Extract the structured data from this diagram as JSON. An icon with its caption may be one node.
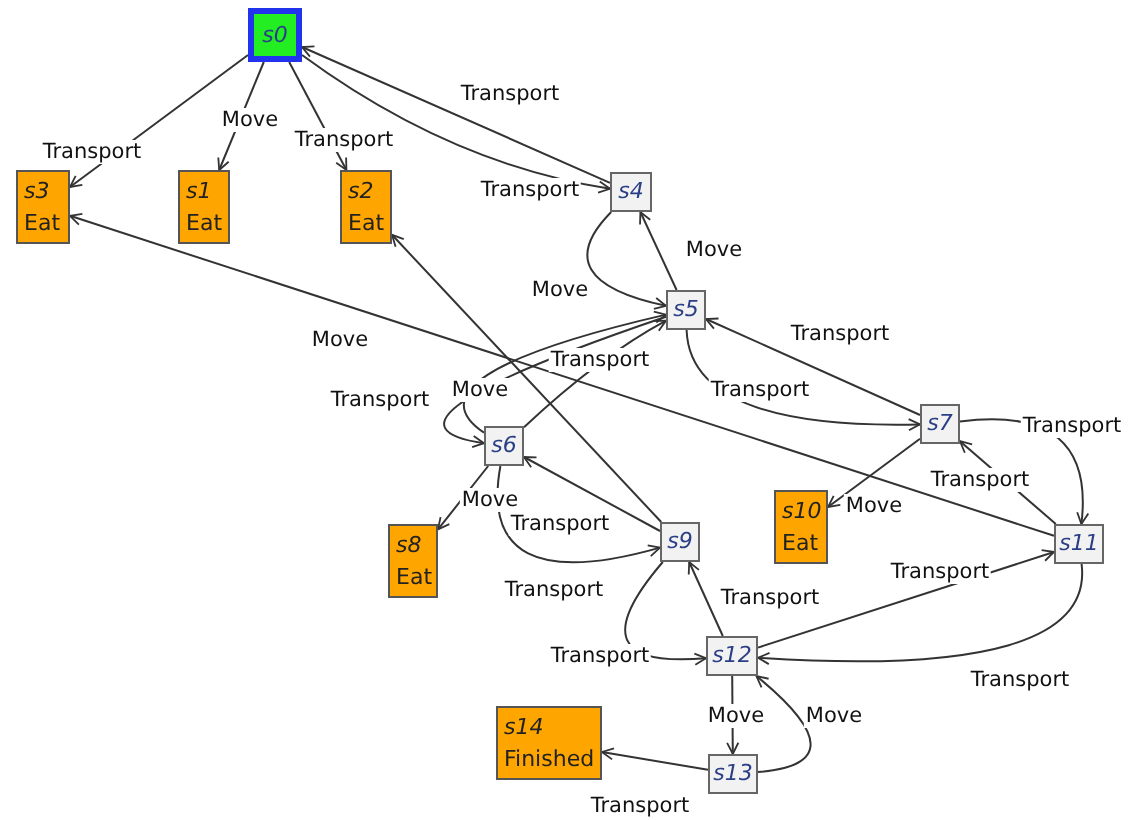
{
  "diagram": {
    "nodes": [
      {
        "text": [
          "s0"
        ]
      },
      {
        "text": [
          "s3",
          "Eat"
        ]
      },
      {
        "text": [
          "s1",
          "Eat"
        ]
      },
      {
        "text": [
          "s2",
          "Eat"
        ]
      },
      {
        "text": [
          "s4"
        ]
      },
      {
        "text": [
          "s5"
        ]
      },
      {
        "text": [
          "s6"
        ]
      },
      {
        "text": [
          "s7"
        ]
      },
      {
        "text": [
          "s8",
          "Eat"
        ]
      },
      {
        "text": [
          "s10",
          "Eat"
        ]
      },
      {
        "text": [
          "s9"
        ]
      },
      {
        "text": [
          "s11"
        ]
      },
      {
        "text": [
          "s12"
        ]
      },
      {
        "text": [
          "s14",
          "Finished"
        ]
      },
      {
        "text": [
          "s13"
        ]
      }
    ],
    "edges": [
      {
        "from": 0,
        "to": 1,
        "arrow": "to",
        "label": "Transport"
      },
      {
        "from": 0,
        "to": 2,
        "arrow": "to",
        "label": "Move"
      },
      {
        "from": 0,
        "to": 3,
        "arrow": "to",
        "label": "Transport"
      },
      {
        "from": 4,
        "to": 0,
        "arrow": "to",
        "label": "Transport"
      },
      {
        "from": 0,
        "to": 4,
        "arrow": "to",
        "label": "Transport"
      },
      {
        "from": 4,
        "to": 5,
        "arrow": "to",
        "label": "Move"
      },
      {
        "from": 5,
        "to": 4,
        "arrow": "to",
        "label": "Move"
      },
      {
        "from": 11,
        "to": 1,
        "arrow": "to",
        "label": "Move"
      },
      {
        "from": 7,
        "to": 5,
        "arrow": "to",
        "label": "Transport"
      },
      {
        "from": 6,
        "to": 5,
        "arrow": "to",
        "label": "Transport"
      },
      {
        "from": 6,
        "to": 5,
        "arrow": "to",
        "label": "Move"
      },
      {
        "from": 5,
        "to": 6,
        "arrow": "to",
        "label": "Transport"
      },
      {
        "from": 5,
        "to": 7,
        "arrow": "to",
        "label": "Transport"
      },
      {
        "from": 7,
        "to": 11,
        "arrow": "to",
        "label": "Transport"
      },
      {
        "from": 11,
        "to": 7,
        "arrow": "to",
        "label": "Transport"
      },
      {
        "from": 7,
        "to": 9,
        "arrow": "to",
        "label": "Move"
      },
      {
        "from": 6,
        "to": 8,
        "arrow": "to",
        "label": "Move"
      },
      {
        "from": 6,
        "to": 10,
        "arrow": "to",
        "label": "Transport"
      },
      {
        "from": 10,
        "to": 6,
        "arrow": "to",
        "label": "Transport"
      },
      {
        "from": 12,
        "to": 10,
        "arrow": "to",
        "label": "Transport"
      },
      {
        "from": 10,
        "to": 12,
        "arrow": "to",
        "label": "Transport"
      },
      {
        "from": 12,
        "to": 11,
        "arrow": "to",
        "label": "Transport"
      },
      {
        "from": 11,
        "to": 12,
        "arrow": "to",
        "label": "Transport"
      },
      {
        "from": 12,
        "to": 14,
        "arrow": "to",
        "label": "Move"
      },
      {
        "from": 14,
        "to": 12,
        "arrow": "to",
        "label": "Move"
      },
      {
        "from": 14,
        "to": 13,
        "arrow": "to",
        "label": "Transport"
      },
      {
        "from": 10,
        "to": 3,
        "arrow": "to"
      }
    ]
  }
}
